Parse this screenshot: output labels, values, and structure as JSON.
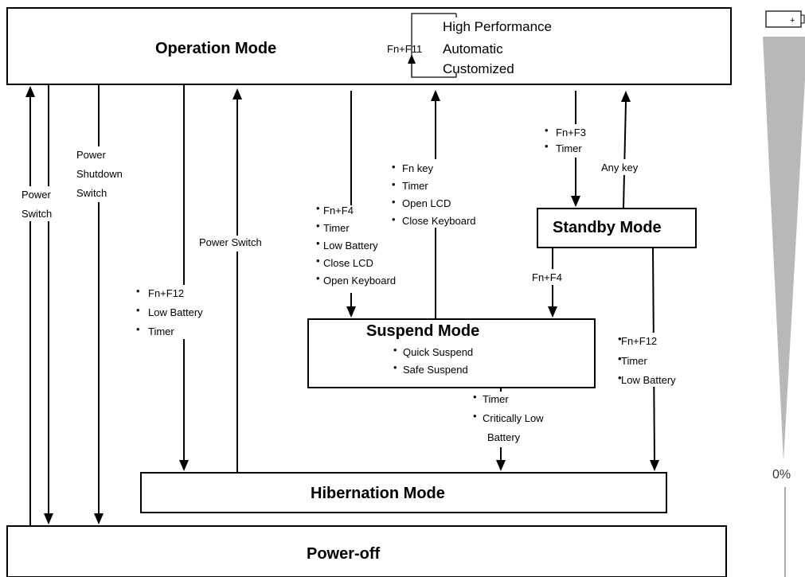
{
  "modes": {
    "operation": "Operation Mode",
    "standby": "Standby Mode",
    "suspend": "Suspend Mode",
    "hibernation": "Hibernation Mode",
    "poweroff": "Power-off"
  },
  "operation_cycle": {
    "key": "Fn+F11",
    "options": [
      "High Performance",
      "Automatic",
      "Customized"
    ]
  },
  "suspend_types": [
    "Quick Suspend",
    "Safe Suspend"
  ],
  "transitions": {
    "power_switch_left": [
      "Power",
      "Switch"
    ],
    "power_shutdown_switch": [
      "Power",
      "Shutdown",
      "Switch"
    ],
    "hibernate_to_operation": "Power Switch",
    "op_to_hibernation": [
      "Fn+F12",
      "Low Battery",
      "Timer"
    ],
    "op_to_suspend": [
      "Fn+F4",
      "Timer",
      "Low Battery",
      "Close LCD",
      "Open Keyboard"
    ],
    "suspend_to_op": [
      "Fn key",
      "Timer",
      "Open LCD",
      "Close Keyboard"
    ],
    "op_to_standby": [
      "Fn+F3",
      "Timer"
    ],
    "standby_to_op": "Any key",
    "standby_to_suspend": "Fn+F4",
    "standby_to_hibernation": [
      "Fn+F12",
      "Timer",
      "Low Battery"
    ],
    "suspend_to_hibernation": [
      "Timer",
      "Critically Low",
      "Battery"
    ]
  },
  "battery_gauge": {
    "percent_label": "0%",
    "icon": "battery-icon"
  }
}
